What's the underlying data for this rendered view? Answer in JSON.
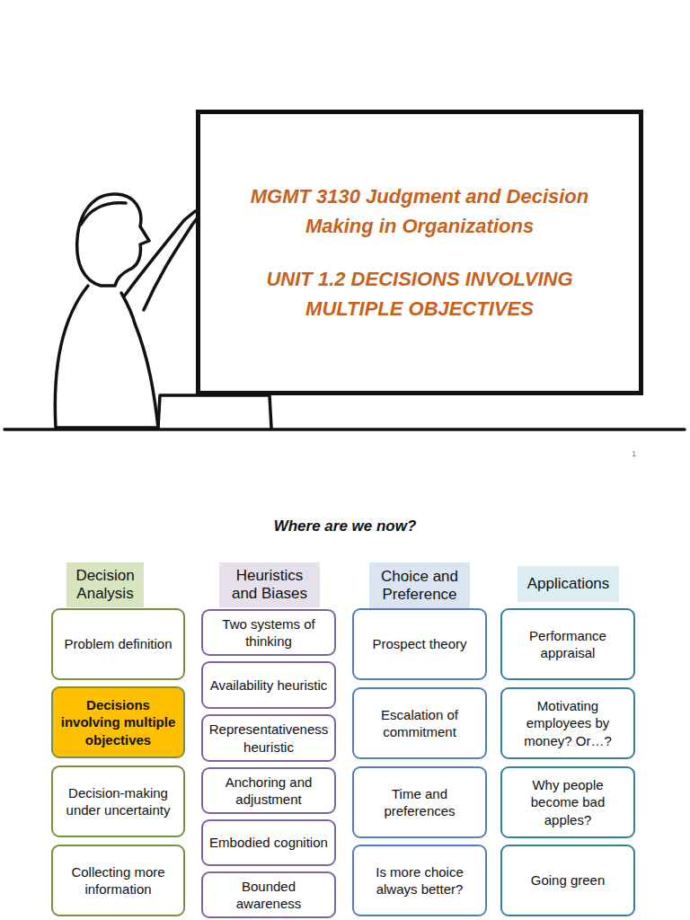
{
  "diagram": {
    "title": "Where are we now?",
    "nodes": [
      {
        "text": [
          "MGMT 3130 Judgment and Decision Making in Organizations",
          "UNIT 1.2 DECISIONS INVOLVING MULTIPLE OBJECTIVES"
        ]
      },
      {
        "text": [
          "Decision Analysis"
        ]
      },
      {
        "text": [
          "Problem definition"
        ]
      },
      {
        "text": [
          "Decisions involving multiple objectives"
        ]
      },
      {
        "text": [
          "Decision-making under uncertainty"
        ]
      },
      {
        "text": [
          "Collecting more information"
        ]
      },
      {
        "text": [
          "Heuristics and Biases"
        ]
      },
      {
        "text": [
          "Two systems of thinking"
        ]
      },
      {
        "text": [
          "Availability heuristic"
        ]
      },
      {
        "text": [
          "Representativeness heuristic"
        ]
      },
      {
        "text": [
          "Anchoring and adjustment"
        ]
      },
      {
        "text": [
          "Embodied cognition"
        ]
      },
      {
        "text": [
          "Bounded awareness"
        ]
      },
      {
        "text": [
          "Choice and Preference"
        ]
      },
      {
        "text": [
          "Prospect theory"
        ]
      },
      {
        "text": [
          "Escalation of commitment"
        ]
      },
      {
        "text": [
          "Time and preferences"
        ]
      },
      {
        "text": [
          "Is more choice always better?"
        ]
      },
      {
        "text": [
          "Applications"
        ]
      },
      {
        "text": [
          "Performance appraisal"
        ]
      },
      {
        "text": [
          "Motivating employees by money? Or…?"
        ]
      },
      {
        "text": [
          "Why people become bad apples?"
        ]
      },
      {
        "text": [
          "Going green"
        ]
      }
    ],
    "labels": [
      "1"
    ]
  }
}
